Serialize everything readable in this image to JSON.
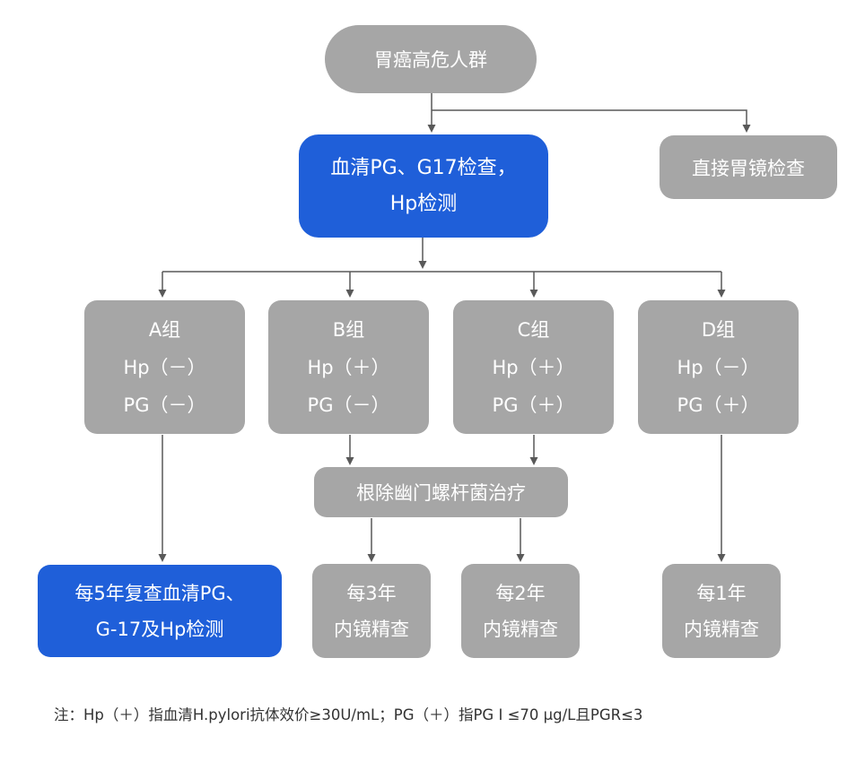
{
  "nodes": {
    "root": {
      "lines": [
        "胃癌高危人群"
      ]
    },
    "serum": {
      "lines": [
        "血清PG、G17检查，",
        "Hp检测"
      ]
    },
    "direct": {
      "lines": [
        "直接胃镜检查"
      ]
    },
    "group_a": {
      "lines": [
        "A组",
        "Hp（－）",
        "PG（－）"
      ]
    },
    "group_b": {
      "lines": [
        "B组",
        "Hp（＋）",
        "PG（－）"
      ]
    },
    "group_c": {
      "lines": [
        "C组",
        "Hp（＋）",
        "PG（＋）"
      ]
    },
    "group_d": {
      "lines": [
        "D组",
        "Hp（－）",
        "PG（＋）"
      ]
    },
    "eradication": {
      "lines": [
        "根除幽门螺杆菌治疗"
      ]
    },
    "followup_a": {
      "lines": [
        "每5年复查血清PG、",
        "G-17及Hp检测"
      ]
    },
    "followup_b": {
      "lines": [
        "每3年",
        "内镜精查"
      ]
    },
    "followup_c": {
      "lines": [
        "每2年",
        "内镜精查"
      ]
    },
    "followup_d": {
      "lines": [
        "每1年",
        "内镜精查"
      ]
    }
  },
  "note": "注：Hp（＋）指血清H.pylori抗体效价≥30U/mL；PG（＋）指PG Ⅰ ≤70 μg/L且PGR≤3",
  "colors": {
    "box_gray": "#a6a6a6",
    "box_blue": "#1f5fd9",
    "arrow": "#595959"
  }
}
